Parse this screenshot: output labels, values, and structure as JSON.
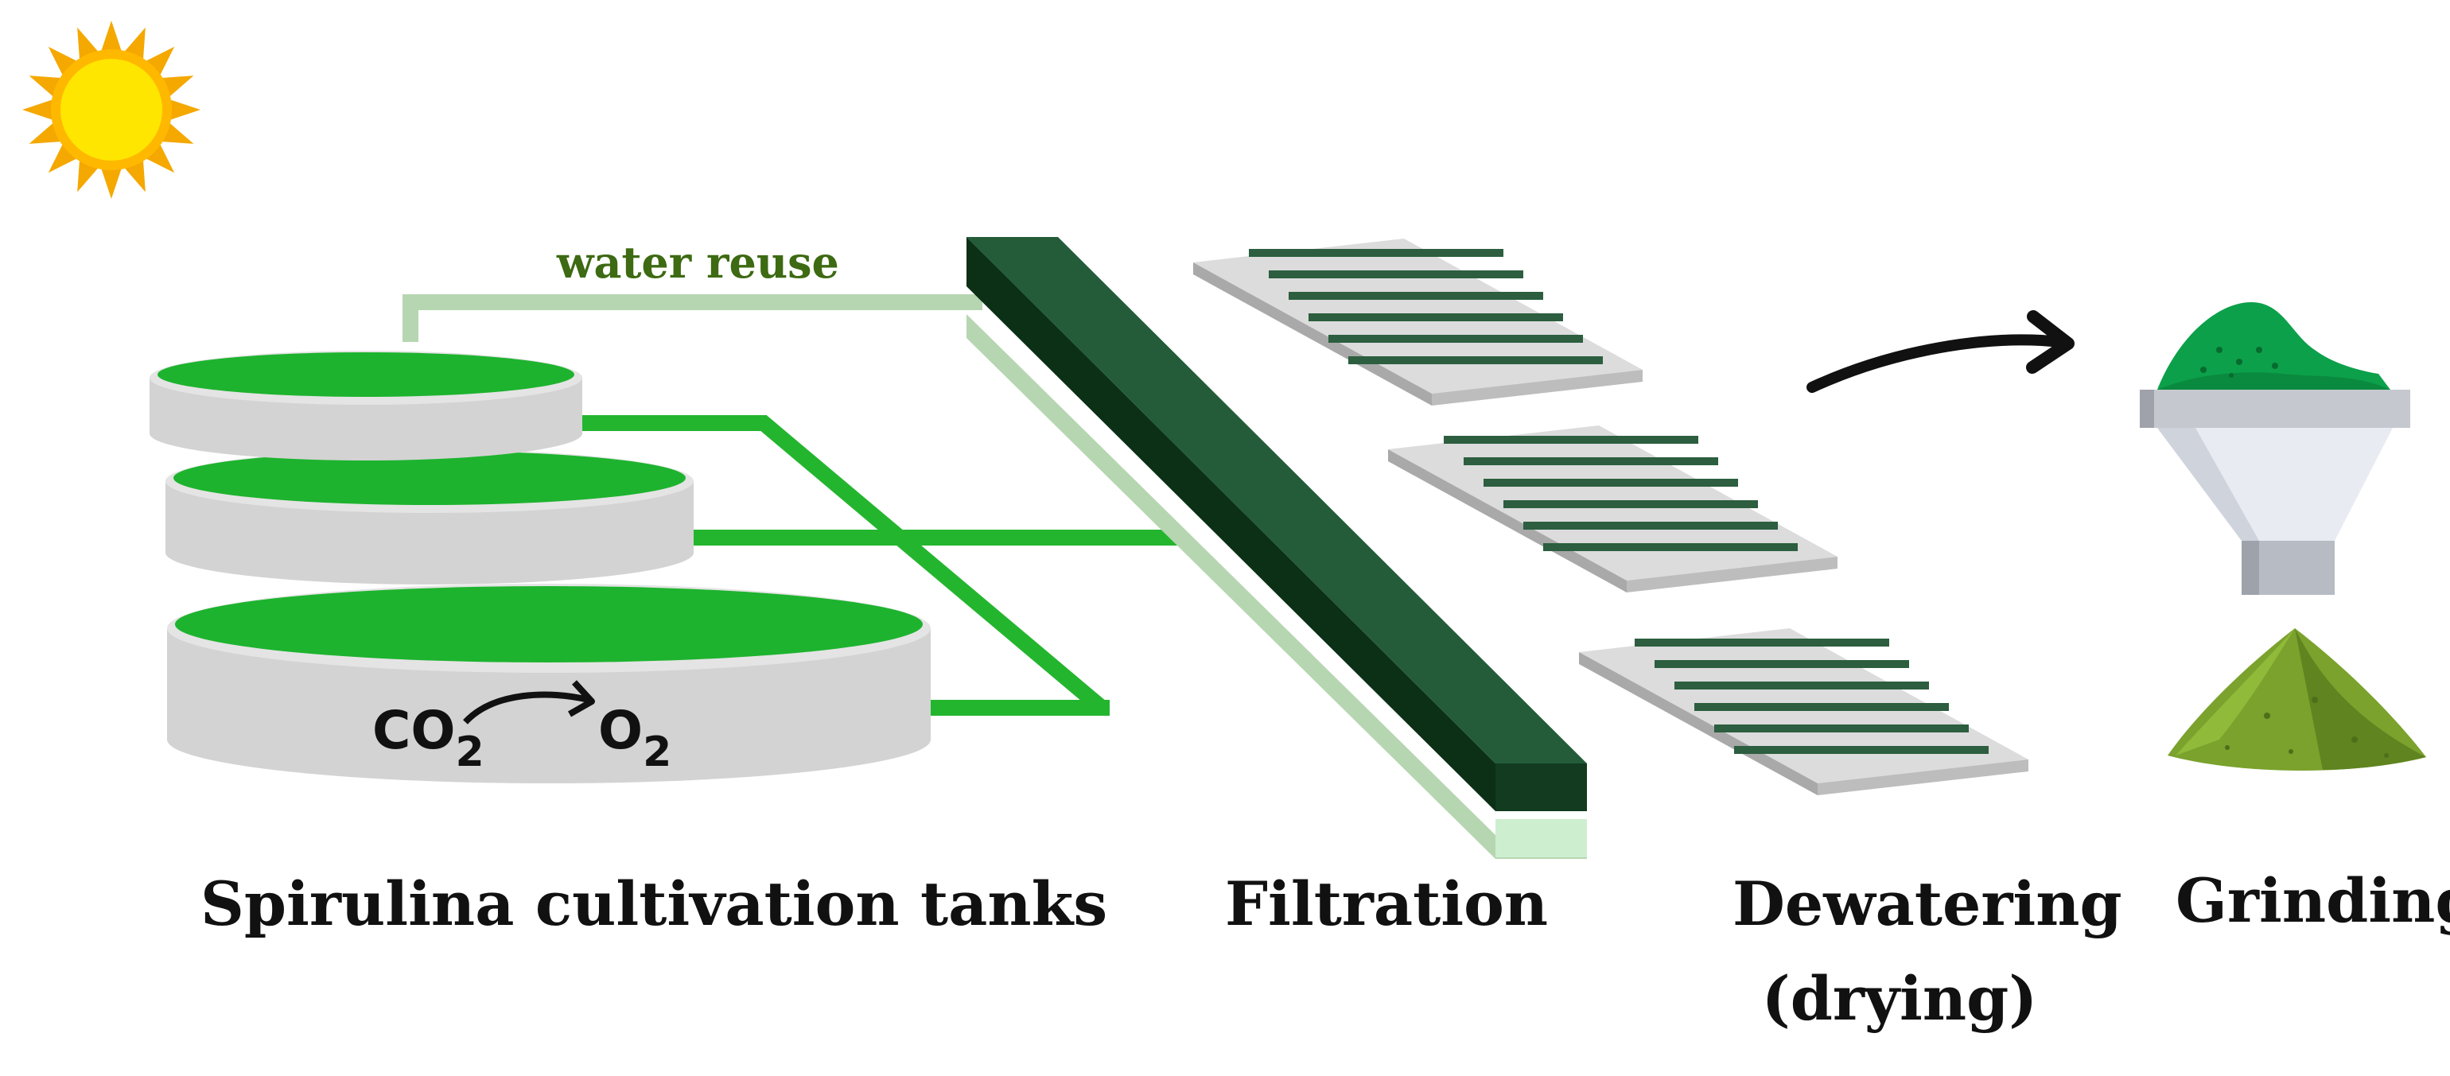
{
  "labels": {
    "water_reuse": "water reuse",
    "co2": "CO",
    "co2_sub": "2",
    "o2": "O",
    "o2_sub": "2",
    "stage_cultivation": "Spirulina cultivation tanks",
    "stage_filtration": "Filtration",
    "stage_dewatering_line1": "Dewatering",
    "stage_dewatering_line2": "(drying)",
    "stage_grinding": "Grinding"
  },
  "icons": {
    "sun": "sun-icon",
    "tanks": "cultivation-tank-icon",
    "filter": "filtration-bar-icon",
    "trays": "drying-tray-icon",
    "funnel": "grinder-funnel-icon",
    "powder": "powder-pile-icon",
    "arrow": "process-arrow-icon"
  },
  "colors": {
    "algae_green": "#1db32e",
    "pipe_green": "#24b52f",
    "reuse_pipe": "#b6d6b1",
    "filter_dark": "#1e5a36",
    "tank_gray": "#d3d3d3",
    "tray_gray": "#c9c9c9",
    "tray_slot": "#2c5e3f",
    "sun_yellow": "#ffe600",
    "sun_orange": "#f4a800",
    "powder_green": "#7aa22c",
    "funnel_gray": "#c8ccd6"
  }
}
